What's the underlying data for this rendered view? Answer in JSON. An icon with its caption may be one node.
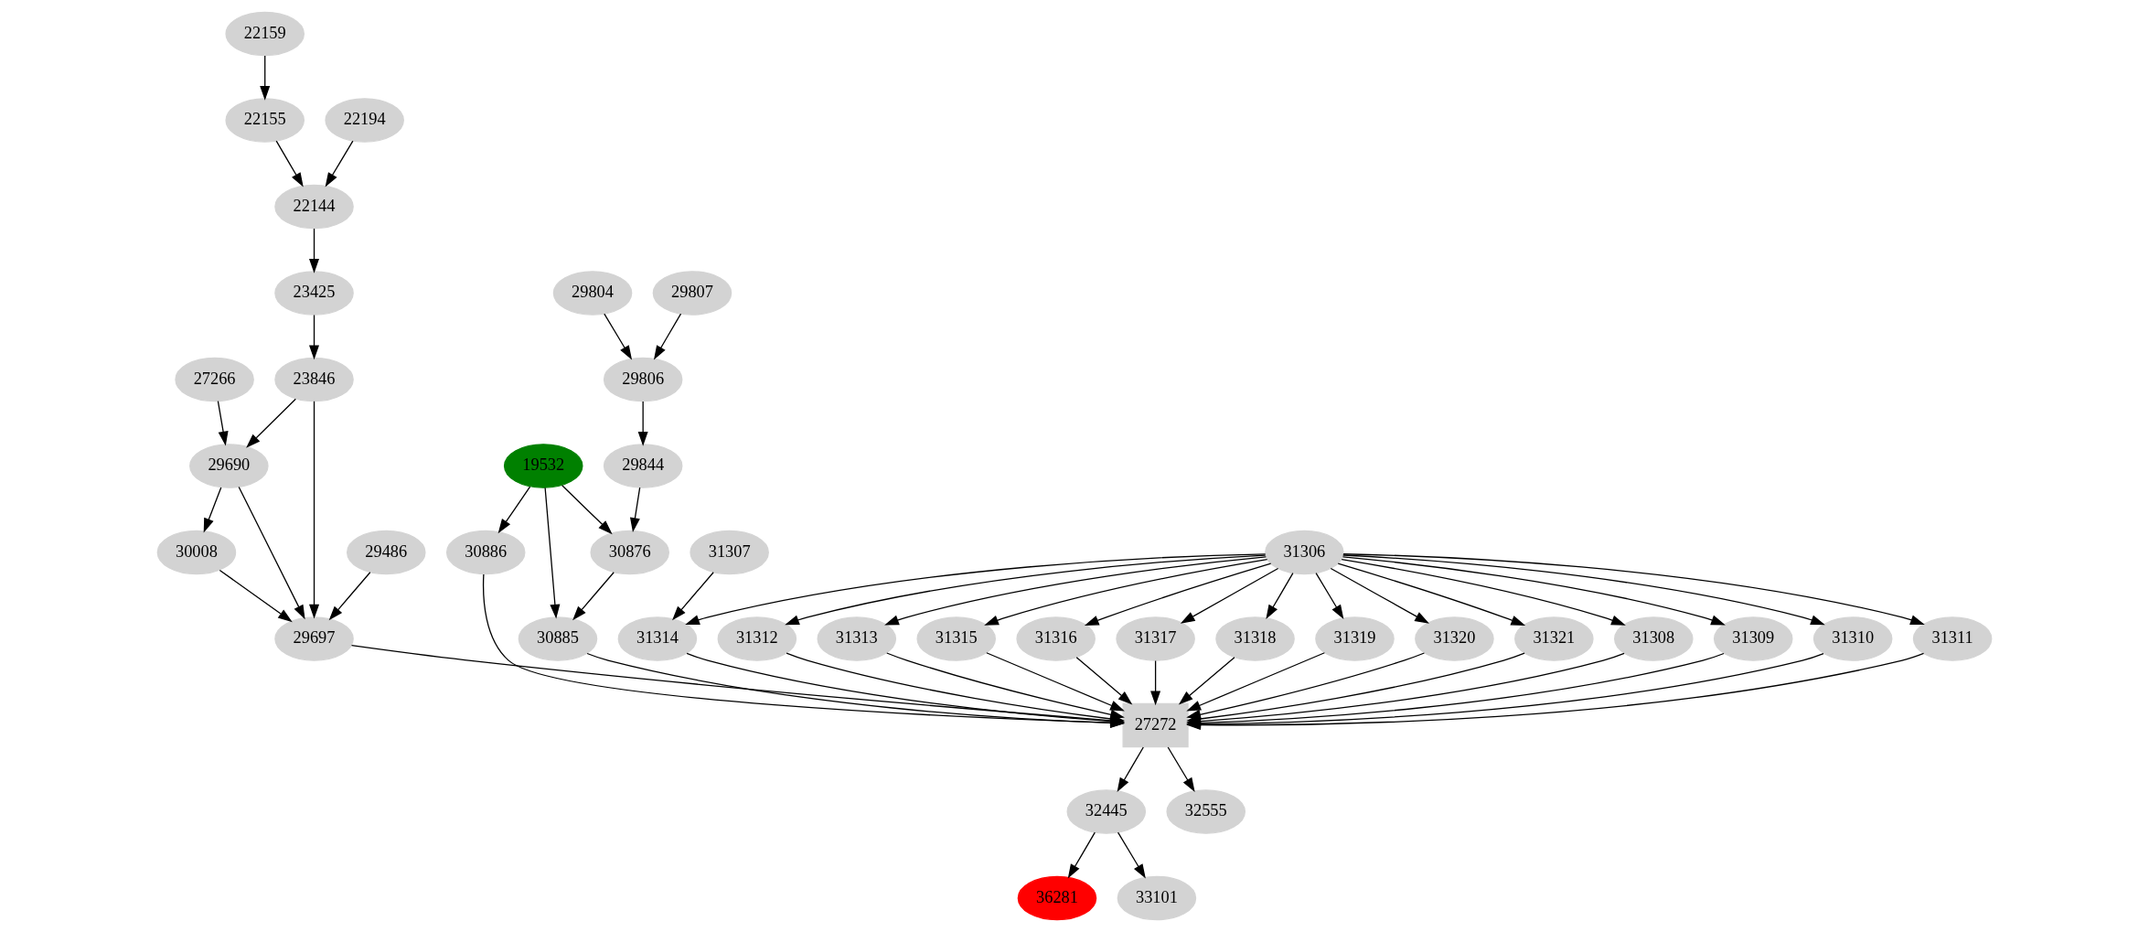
{
  "diagram": {
    "nodes": [
      {
        "text": [
          "22159"
        ]
      },
      {
        "text": [
          "22155"
        ]
      },
      {
        "text": [
          "22194"
        ]
      },
      {
        "text": [
          "22144"
        ]
      },
      {
        "text": [
          "29804"
        ]
      },
      {
        "text": [
          "29807"
        ]
      },
      {
        "text": [
          "23425"
        ]
      },
      {
        "text": [
          "29806"
        ]
      },
      {
        "text": [
          "27266"
        ]
      },
      {
        "text": [
          "23846"
        ]
      },
      {
        "text": [
          "19532"
        ]
      },
      {
        "text": [
          "29844"
        ]
      },
      {
        "text": [
          "29690"
        ]
      },
      {
        "text": [
          "30886"
        ]
      },
      {
        "text": [
          "30876"
        ]
      },
      {
        "text": [
          "31307"
        ]
      },
      {
        "text": [
          "31306"
        ]
      },
      {
        "text": [
          "30008"
        ]
      },
      {
        "text": [
          "29486"
        ]
      },
      {
        "text": [
          "30885"
        ]
      },
      {
        "text": [
          "31314"
        ]
      },
      {
        "text": [
          "31312"
        ]
      },
      {
        "text": [
          "31313"
        ]
      },
      {
        "text": [
          "31315"
        ]
      },
      {
        "text": [
          "31316"
        ]
      },
      {
        "text": [
          "31317"
        ]
      },
      {
        "text": [
          "31318"
        ]
      },
      {
        "text": [
          "31319"
        ]
      },
      {
        "text": [
          "31320"
        ]
      },
      {
        "text": [
          "31321"
        ]
      },
      {
        "text": [
          "31308"
        ]
      },
      {
        "text": [
          "31309"
        ]
      },
      {
        "text": [
          "31310"
        ]
      },
      {
        "text": [
          "31311"
        ]
      },
      {
        "text": [
          "29697"
        ]
      },
      {
        "text": [
          "27272"
        ]
      },
      {
        "text": [
          "32445"
        ]
      },
      {
        "text": [
          "32555"
        ]
      },
      {
        "text": [
          "36281"
        ]
      },
      {
        "text": [
          "33101"
        ]
      }
    ],
    "edges": [
      {
        "from": 0,
        "to": 1,
        "arrow": "to"
      },
      {
        "from": 1,
        "to": 3,
        "arrow": "to"
      },
      {
        "from": 2,
        "to": 3,
        "arrow": "to"
      },
      {
        "from": 3,
        "to": 6,
        "arrow": "to"
      },
      {
        "from": 6,
        "to": 9,
        "arrow": "to"
      },
      {
        "from": 8,
        "to": 12,
        "arrow": "to"
      },
      {
        "from": 9,
        "to": 12,
        "arrow": "to"
      },
      {
        "from": 9,
        "to": 34,
        "arrow": "to"
      },
      {
        "from": 12,
        "to": 17,
        "arrow": "to"
      },
      {
        "from": 12,
        "to": 34,
        "arrow": "to"
      },
      {
        "from": 17,
        "to": 34,
        "arrow": "to"
      },
      {
        "from": 18,
        "to": 34,
        "arrow": "to"
      },
      {
        "from": 4,
        "to": 7,
        "arrow": "to"
      },
      {
        "from": 5,
        "to": 7,
        "arrow": "to"
      },
      {
        "from": 7,
        "to": 11,
        "arrow": "to"
      },
      {
        "from": 11,
        "to": 14,
        "arrow": "to"
      },
      {
        "from": 10,
        "to": 13,
        "arrow": "to"
      },
      {
        "from": 10,
        "to": 14,
        "arrow": "to"
      },
      {
        "from": 10,
        "to": 19,
        "arrow": "to"
      },
      {
        "from": 14,
        "to": 19,
        "arrow": "to"
      },
      {
        "from": 15,
        "to": 20,
        "arrow": "to"
      },
      {
        "from": 16,
        "to": 20,
        "arrow": "to"
      },
      {
        "from": 16,
        "to": 21,
        "arrow": "to"
      },
      {
        "from": 16,
        "to": 22,
        "arrow": "to"
      },
      {
        "from": 16,
        "to": 23,
        "arrow": "to"
      },
      {
        "from": 16,
        "to": 24,
        "arrow": "to"
      },
      {
        "from": 16,
        "to": 25,
        "arrow": "to"
      },
      {
        "from": 16,
        "to": 26,
        "arrow": "to"
      },
      {
        "from": 16,
        "to": 27,
        "arrow": "to"
      },
      {
        "from": 16,
        "to": 28,
        "arrow": "to"
      },
      {
        "from": 16,
        "to": 29,
        "arrow": "to"
      },
      {
        "from": 16,
        "to": 30,
        "arrow": "to"
      },
      {
        "from": 16,
        "to": 31,
        "arrow": "to"
      },
      {
        "from": 16,
        "to": 32,
        "arrow": "to"
      },
      {
        "from": 16,
        "to": 33,
        "arrow": "to"
      },
      {
        "from": 13,
        "to": 35,
        "arrow": "to"
      },
      {
        "from": 19,
        "to": 35,
        "arrow": "to"
      },
      {
        "from": 20,
        "to": 35,
        "arrow": "to"
      },
      {
        "from": 21,
        "to": 35,
        "arrow": "to"
      },
      {
        "from": 22,
        "to": 35,
        "arrow": "to"
      },
      {
        "from": 23,
        "to": 35,
        "arrow": "to"
      },
      {
        "from": 24,
        "to": 35,
        "arrow": "to"
      },
      {
        "from": 25,
        "to": 35,
        "arrow": "to"
      },
      {
        "from": 26,
        "to": 35,
        "arrow": "to"
      },
      {
        "from": 27,
        "to": 35,
        "arrow": "to"
      },
      {
        "from": 28,
        "to": 35,
        "arrow": "to"
      },
      {
        "from": 29,
        "to": 35,
        "arrow": "to"
      },
      {
        "from": 30,
        "to": 35,
        "arrow": "to"
      },
      {
        "from": 31,
        "to": 35,
        "arrow": "to"
      },
      {
        "from": 32,
        "to": 35,
        "arrow": "to"
      },
      {
        "from": 33,
        "to": 35,
        "arrow": "to"
      },
      {
        "from": 34,
        "to": 35,
        "arrow": "to"
      },
      {
        "from": 35,
        "to": 36,
        "arrow": "to"
      },
      {
        "from": 35,
        "to": 37,
        "arrow": "to"
      },
      {
        "from": 36,
        "to": 38,
        "arrow": "to"
      },
      {
        "from": 36,
        "to": 39,
        "arrow": "to"
      }
    ]
  }
}
